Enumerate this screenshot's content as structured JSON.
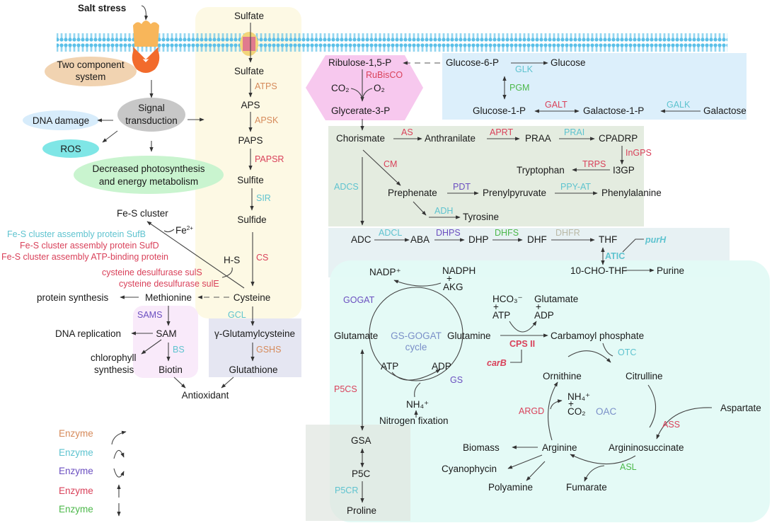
{
  "colors": {
    "orange": "#d68a5a",
    "cyan": "#5ec3cf",
    "purple": "#6b4fc0",
    "red": "#d9415a",
    "green": "#4cb84a",
    "grey_enzyme": "#b9b9a6",
    "membrane": "#5bc0e8",
    "sulfur_bg": "#fdf9e4",
    "pentose_bg": "#f7c8ee",
    "glucose_bg": "#dceffb",
    "aromatic_bg": "#e4ece0",
    "folate_bg": "#e7f1f3",
    "nitrogen_bg": "#e3faf6",
    "methyl_bg": "#f9eafa",
    "glutathione_bg": "#e5e6f2",
    "proline_bg": "#ede9e3"
  },
  "stress": {
    "title": "Salt stress",
    "two_component": "Two component system",
    "two_component_l1": "Two component",
    "two_component_l2": "system",
    "signal_l1": "Signal",
    "signal_l2": "transduction",
    "dna_damage": "DNA damage",
    "ros": "ROS",
    "photo_l1": "Decreased photosynthesis",
    "photo_l2": "and energy metabolism"
  },
  "sulfur": {
    "sulfate_out": "Sulfate",
    "sulfate_in": "Sulfate",
    "atps": "ATPS",
    "aps": "APS",
    "apsk": "APSK",
    "paps": "PAPS",
    "papsr": "PAPSR",
    "sulfite": "Sulfite",
    "sir": "SIR",
    "sulfide": "Sulfide",
    "cs": "CS",
    "cysteine": "Cysteine",
    "hs": "H-S",
    "fe": "Fe",
    "fe_sup": "2+",
    "fes_cluster": "Fe-S cluster",
    "sufb": "Fe-S cluster assembly protein SufB",
    "sufd": "Fe-S cluster assembly protein SufD",
    "atp_binding": "Fe-S cluster assembly  ATP-binding protein",
    "suls": "cysteine desulfurase sulS",
    "sule": "cysteine desulfurase sulE",
    "methionine": "Methionine",
    "protein_synthesis": "protein synthesis",
    "sams": "SAMS",
    "sam": "SAM",
    "dna_replication": "DNA replication",
    "chlorophyll_l1": "chlorophyll",
    "chlorophyll_l2": "synthesis",
    "bs": "BS",
    "biotin": "Biotin",
    "gcl": "GCL",
    "glutamylcysteine": "γ-Glutamylcysteine",
    "gshs": "GSHS",
    "glutathione": "Glutathione",
    "antioxidant": "Antioxidant"
  },
  "carbon": {
    "ribulose": "Ribulose-1,5-P",
    "rubisco": "RuBisCO",
    "co2": "CO₂",
    "o2": "O₂",
    "glycerate": "Glycerate-3-P",
    "g6p": "Glucose-6-P",
    "glk": "GLK",
    "glucose": "Glucose",
    "pgm": "PGM",
    "g1p": "Glucose-1-P",
    "galt": "GALT",
    "gal1p": "Galactose-1-P",
    "galk": "GALK",
    "galactose": "Galactose"
  },
  "aromatic": {
    "chorismate": "Chorismate",
    "as": "AS",
    "anthranilate": "Anthranilate",
    "aprt": "APRT",
    "praa": "PRAA",
    "prai": "PRAI",
    "cpadrp": "CPADRP",
    "ingps": "InGPS",
    "i3gp": "I3GP",
    "trps": "TRPS",
    "tryptophan": "Tryptophan",
    "cm": "CM",
    "adcs": "ADCS",
    "prephenate": "Prephenate",
    "pdt": "PDT",
    "prenylpyruvate": "Prenylpyruvate",
    "ppyat": "PPY-AT",
    "phenylalanine": "Phenylalanine",
    "adh": "ADH",
    "tyrosine": "Tyrosine"
  },
  "folate": {
    "adc": "ADC",
    "adcl": "ADCL",
    "aba": "ABA",
    "dhps": "DHPS",
    "dhp": "DHP",
    "dhfs": "DHFS",
    "dhf": "DHF",
    "dhfr": "DHFR",
    "thf": "THF",
    "atic": "ATIC",
    "purh": "purH",
    "cho_thf": "10-CHO-THF",
    "purine": "Purine"
  },
  "nitrogen": {
    "nadp": "NADP⁺",
    "nadph": "NADPH",
    "plus": "+",
    "akg": "AKG",
    "gogat": "GOGAT",
    "glutamate": "Glutamate",
    "cycle_l1": "GS-GOGAT",
    "cycle_l2": "cycle",
    "glutamine": "Glutamine",
    "atp": "ATP",
    "adp": "ADP",
    "gs": "GS",
    "nh4": "NH₄⁺",
    "n_fixation": "Nitrogen fixation",
    "hco3": "HCO₃⁻",
    "atp2": "ATP",
    "glutamate2": "Glutamate",
    "adp2": "ADP",
    "cps2": "CPS II",
    "carb": "carB",
    "carbamoyl": "Carbamoyl phosphate",
    "otc": "OTC",
    "ornithine": "Ornithine",
    "citrulline": "Citrulline",
    "nh4_2": "NH₄⁺",
    "co2_2": "CO₂",
    "argd": "ARGD",
    "oac": "OAC",
    "aspartate": "Aspartate",
    "ass": "ASS",
    "arginine": "Arginine",
    "argininosuccinate": "Argininosuccinate",
    "asl": "ASL",
    "fumarate": "Fumarate",
    "biomass": "Biomass",
    "cyanophycin": "Cyanophycin",
    "polyamine": "Polyamine",
    "p5cs": "P5CS",
    "gsa": "GSA",
    "p5c": "P5C",
    "p5cr": "P5CR",
    "proline": "Proline"
  },
  "legend": [
    {
      "label": "Enzyme",
      "color": "#d68a5a",
      "symbol": "curved-arrow-up"
    },
    {
      "label": "Enzyme",
      "color": "#5ec3cf",
      "symbol": "arch-arrow-down"
    },
    {
      "label": "Enzyme",
      "color": "#6b4fc0",
      "symbol": "u-arrow-up"
    },
    {
      "label": "Enzyme",
      "color": "#d9415a",
      "symbol": "up-arrow"
    },
    {
      "label": "Enzyme",
      "color": "#4cb84a",
      "symbol": "down-arrow"
    }
  ]
}
